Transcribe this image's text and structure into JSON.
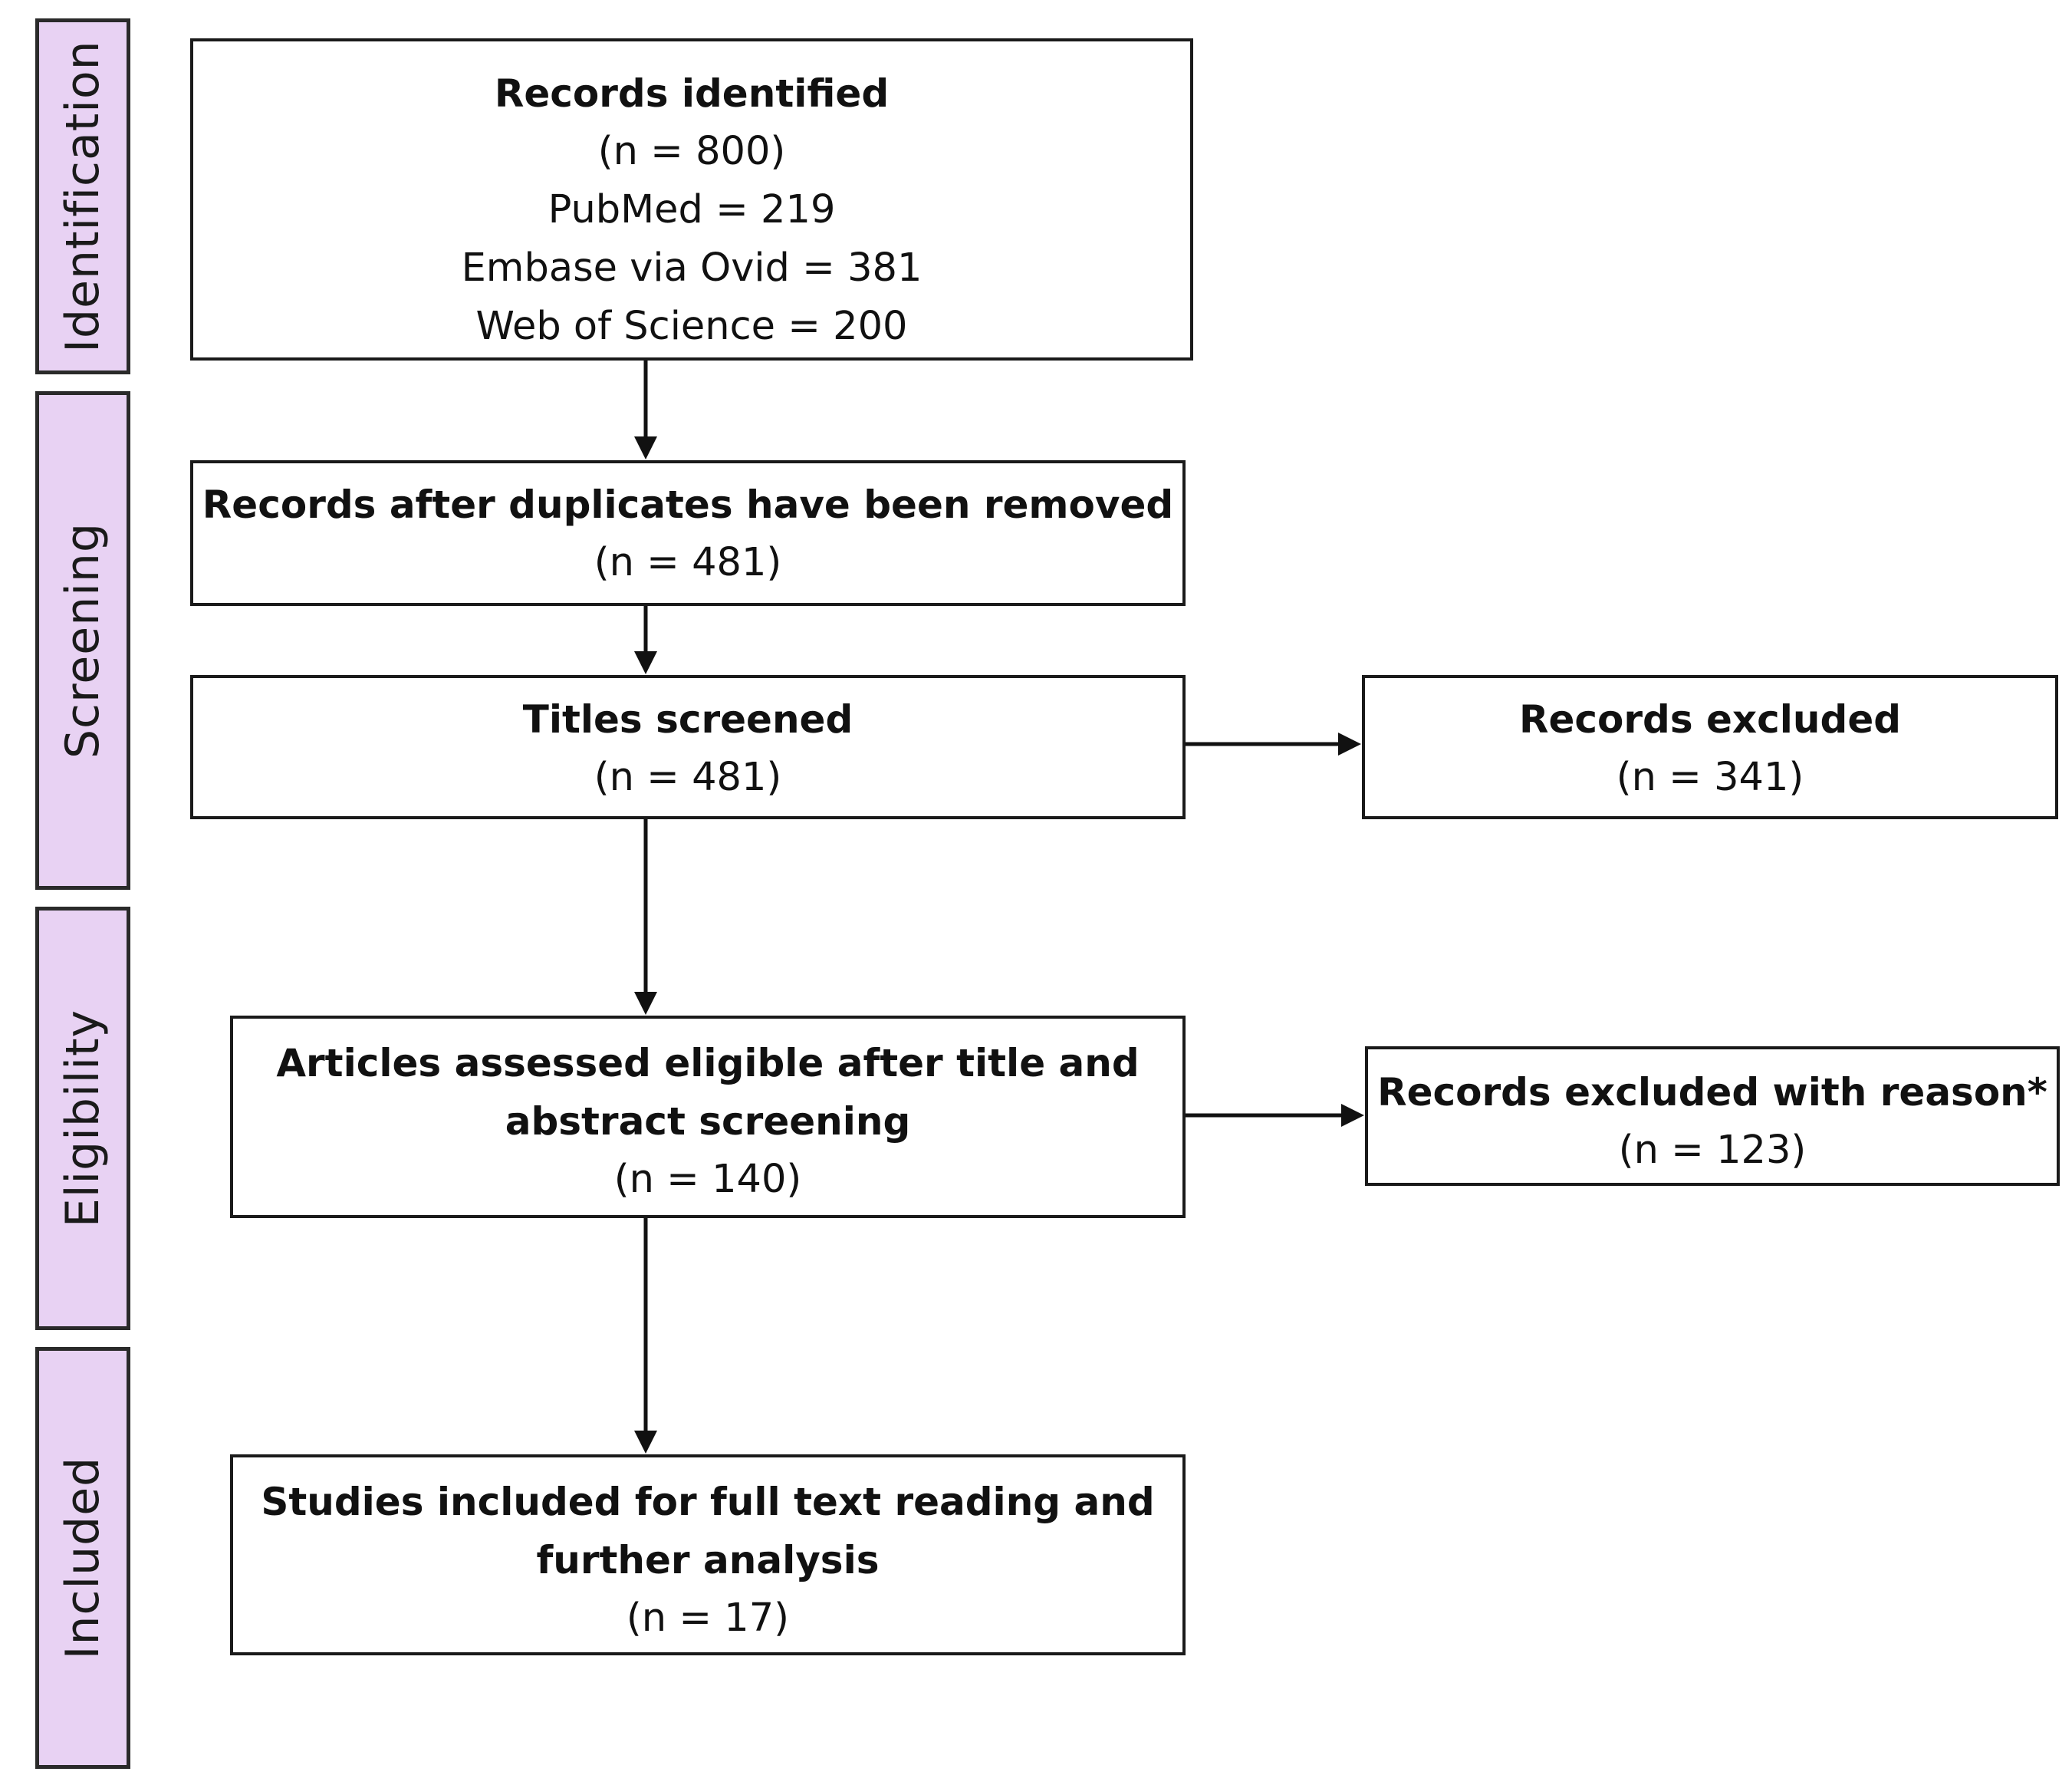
{
  "stages": {
    "identification": "Identification",
    "screening": "Screening",
    "eligibility": "Eligibility",
    "included": "Included"
  },
  "boxes": {
    "records_identified": {
      "title": "Records identified",
      "count": "(n = 800)",
      "pubmed": "PubMed = 219",
      "embase": "Embase via Ovid = 381",
      "wos": "Web of Science = 200"
    },
    "after_duplicates": {
      "title": "Records after duplicates have been removed",
      "count": "(n = 481)"
    },
    "titles_screened": {
      "title": "Titles screened",
      "count": "(n = 481)"
    },
    "records_excluded": {
      "title": "Records excluded",
      "count": "(n = 341)"
    },
    "articles_eligible": {
      "title_line1": "Articles assessed eligible after title and",
      "title_line2": "abstract screening",
      "count": "(n = 140)"
    },
    "excluded_with_reason": {
      "title": "Records excluded with reason*",
      "count": "(n = 123)"
    },
    "studies_included": {
      "title_line1": "Studies included for full text reading and",
      "title_line2": "further analysis",
      "count": "(n = 17)"
    }
  },
  "colors": {
    "stage_fill": "#e8d2f3",
    "border": "#1a1a1a"
  }
}
